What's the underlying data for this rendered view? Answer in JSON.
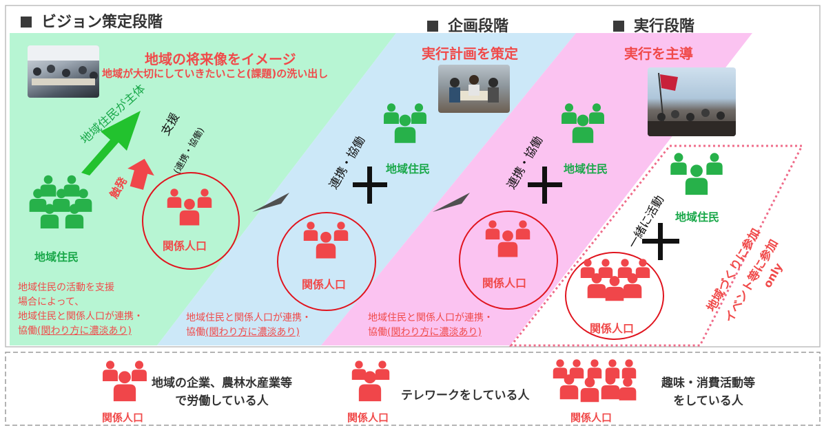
{
  "phases": {
    "vision": "ビジョン策定段階",
    "planning": "企画段階",
    "execution": "実行段階"
  },
  "vision_phase": {
    "headline": "地域の将来像をイメージ",
    "subline": "地域が大切にしていきたいこと(課題)の洗い出し",
    "arrow_label": "地域住民が主体",
    "support_label": "支援",
    "support_sub": "(連携・協働)",
    "trigger_label": "触発",
    "residents_label": "地域住民",
    "relation_label": "関係人口",
    "note_line1": "地域住民の活動を支援",
    "note_line2": "場合によって、",
    "note_line3": "地域住民と関係人口が連携・",
    "note_line4_a": "協働",
    "note_line4_b": "(関わり方に濃淡あり)"
  },
  "planning_phase": {
    "headline": "実行計画を策定",
    "collab_label": "連携・協働",
    "residents_label": "地域住民",
    "relation_label": "関係人口",
    "note_line1": "地域住民と関係人口が連携・",
    "note_line2_a": "協働",
    "note_line2_b": "(関わり方に濃淡あり)"
  },
  "execution_phase": {
    "headline": "実行を主導",
    "collab_label": "連携・協働",
    "residents_label": "地域住民",
    "relation_label": "関係人口",
    "note_line1": "地域住民と関係人口が連携・",
    "note_line2_a": "協働",
    "note_line2_b": "(関わり方に濃淡あり)"
  },
  "event_box": {
    "together_label": "一緒に活動",
    "residents_label": "地域住民",
    "relation_label": "関係人口",
    "line1": "地域づくりに参加",
    "line2": "イベント等に参加",
    "line3": "only"
  },
  "legend": [
    {
      "label": "関係人口",
      "desc_line1": "地域の企業、農林水産業等",
      "desc_line2": "で労働している人"
    },
    {
      "label": "関係人口",
      "desc_line1": "テレワークをしている人",
      "desc_line2": ""
    },
    {
      "label": "関係人口",
      "desc_line1": "趣味・消費活動等",
      "desc_line2": "をしている人"
    }
  ],
  "colors": {
    "green_band": "#b7f5d3",
    "blue_band": "#cce8f8",
    "pink_band": "#fbc3f1",
    "resident_green": "#27b14a",
    "relation_red": "#f0464a",
    "circle_red": "#e0141e"
  }
}
